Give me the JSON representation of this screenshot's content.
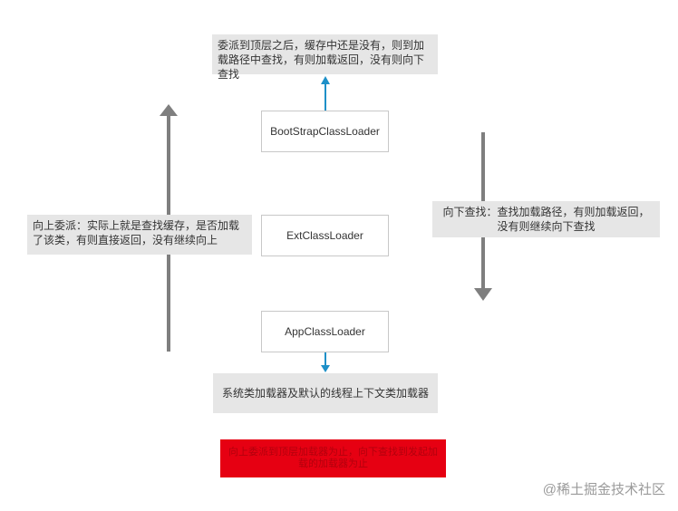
{
  "notes": {
    "top": "委派到顶层之后，缓存中还是没有，则到加载路径中查找，有则加载返回，没有则向下查找",
    "left": "向上委派：实际上就是查找缓存，是否加载了该类，有则直接返回，没有继续向上",
    "right": "向下查找：查找加载路径，有则加载返回，没有则继续向下查找",
    "bottom": "系统类加载器及默认的线程上下文类加载器",
    "red": "向上委派到顶层加载器为止，向下查找到发起加载的加载器为止"
  },
  "loaders": {
    "bootstrap": "BootStrapClassLoader",
    "ext": "ExtClassLoader",
    "app": "AppClassLoader"
  },
  "watermark": "@稀土掘金技术社区",
  "colors": {
    "note_bg": "#e6e6e6",
    "arrow_gray": "#7f7f7f",
    "arrow_blue": "#1e90c8",
    "red": "#e60012"
  }
}
